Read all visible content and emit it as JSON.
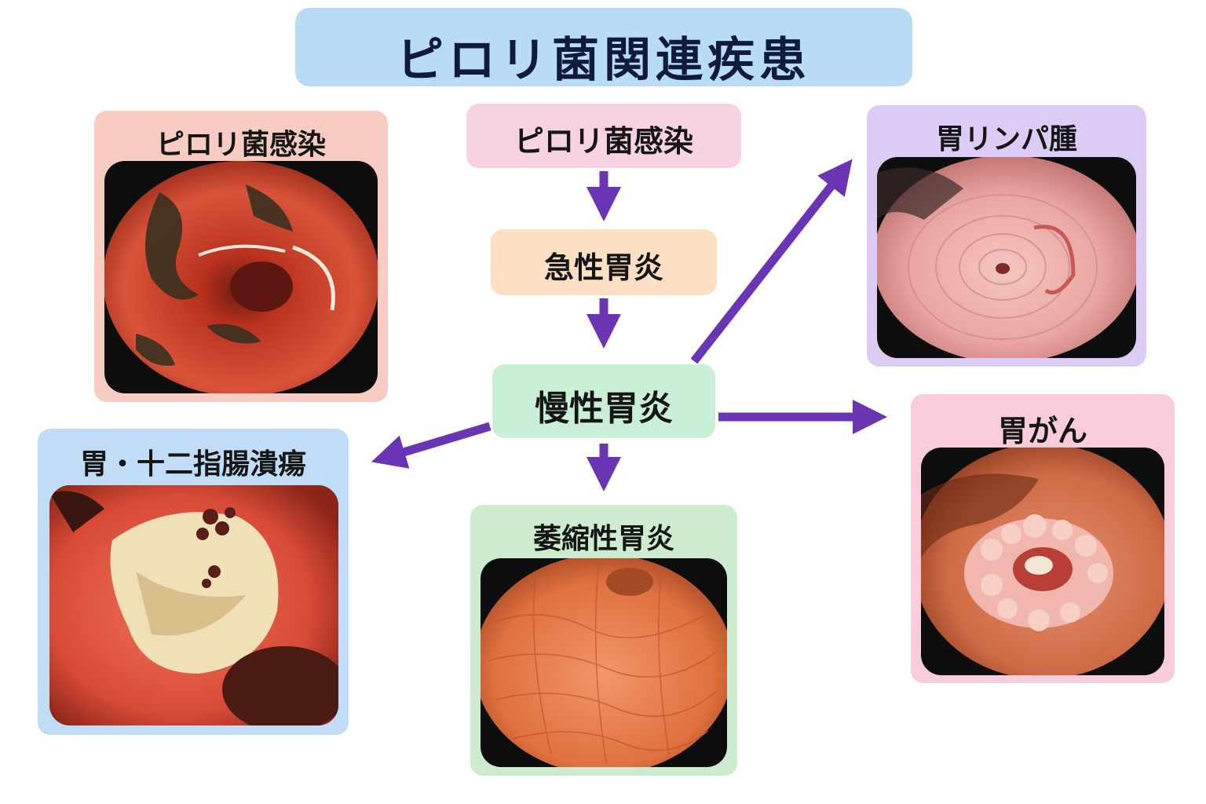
{
  "title": "ピロリ菌関連疾患",
  "flow": {
    "infection": "ピロリ菌感染",
    "acute_gastritis": "急性胃炎",
    "chronic_gastritis": "慢性胃炎"
  },
  "cards": {
    "infection": "ピロリ菌感染",
    "lymphoma": "胃リンパ腫",
    "ulcer": "胃・十二指腸潰瘍",
    "atrophic_gastritis": "萎縮性胃炎",
    "gastric_cancer": "胃がん"
  },
  "colors": {
    "arrow": "#6a35b5",
    "title_bg": "#b8dcf6",
    "infection_chip": "#f7d1e4",
    "acute_chip": "#fde0c3",
    "chronic_chip": "#c9efd6",
    "infection_card": "#f8cbc3",
    "lymphoma_card": "#dccbf5",
    "ulcer_card": "#c1dcf6",
    "atrophic_card": "#cdeccf",
    "cancer_card": "#f9ccd9"
  }
}
